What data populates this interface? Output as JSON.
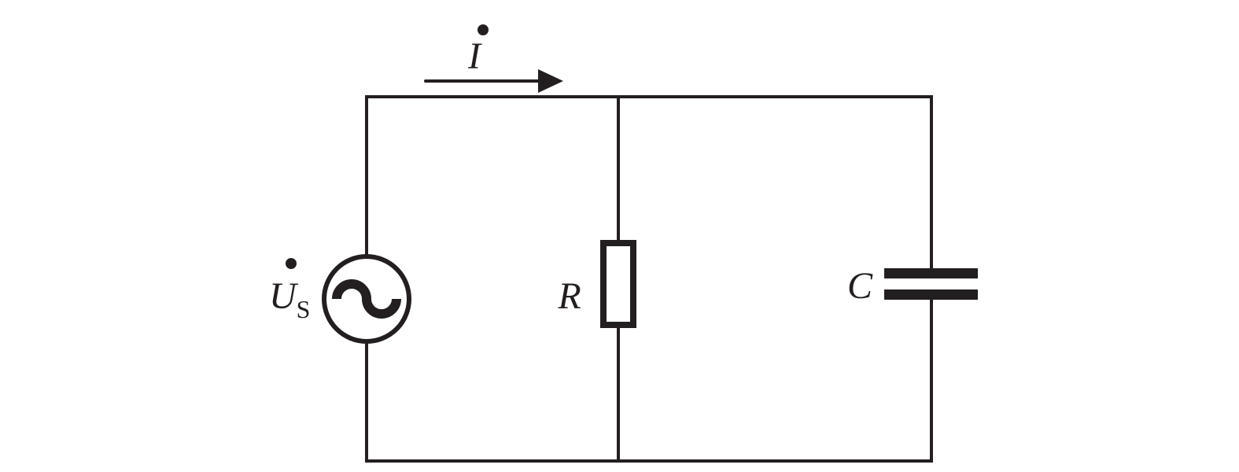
{
  "diagram": {
    "type": "circuit",
    "components": {
      "source": {
        "symbol": "Us",
        "main": "U",
        "subscript": "S",
        "phasor_dot": true,
        "icon": "ac-source-icon"
      },
      "resistor": {
        "label": "R",
        "icon": "resistor-icon"
      },
      "capacitor": {
        "label": "C",
        "icon": "capacitor-icon"
      }
    },
    "current": {
      "label": "I",
      "phasor_dot": true,
      "direction": "right",
      "icon": "arrow-right-icon"
    },
    "colors": {
      "ink": "#231f20",
      "background": "#ffffff"
    }
  }
}
